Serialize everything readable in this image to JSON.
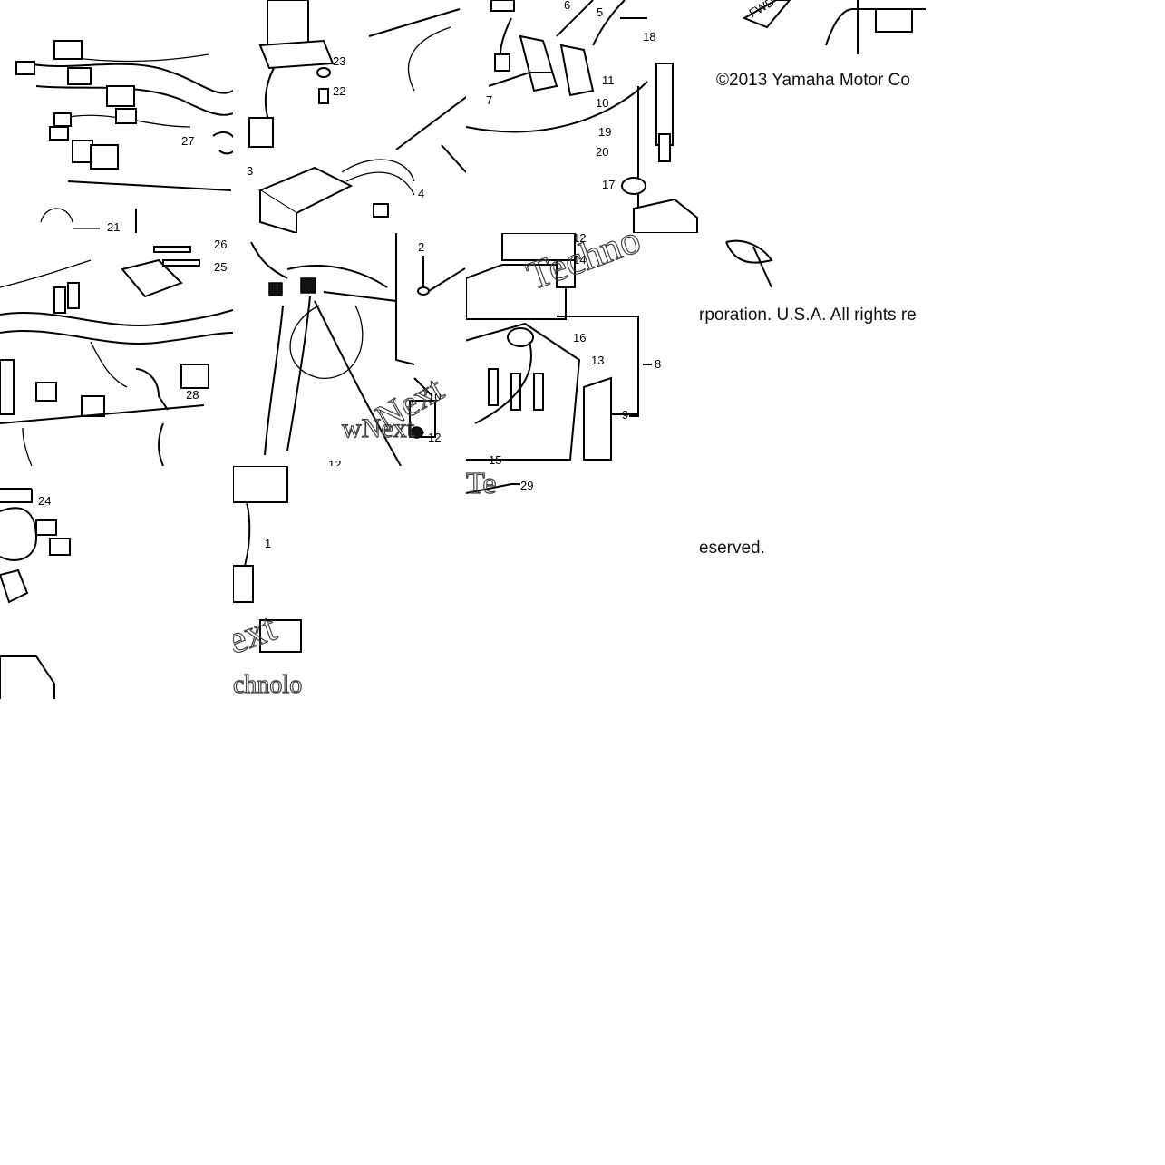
{
  "copyright": {
    "part1": "©2013 Yamaha Motor Co",
    "part2": "rporation. U.S.A. All rights re",
    "part3": "eserved."
  },
  "callouts": {
    "c1": "1",
    "c2": "2",
    "c3": "3",
    "c4": "4",
    "c5": "5",
    "c6": "6",
    "c7": "7",
    "c8": "8",
    "c9": "9",
    "c10": "10",
    "c11": "11",
    "c12": "12",
    "c13": "13",
    "c14": "14",
    "c15": "15",
    "c16": "16",
    "c17": "17",
    "c18": "18",
    "c19": "19",
    "c20": "20",
    "c21": "21",
    "c22": "22",
    "c23": "23",
    "c24": "24",
    "c25": "25",
    "c26": "26",
    "c27": "27",
    "c28": "28",
    "c29": "29",
    "c12b": "12"
  },
  "watermark": {
    "w1": "Next",
    "w2": "Techno",
    "w3": "wNext",
    "w4": "Te",
    "w5": "ext",
    "w6": "chnolo",
    "fwd_tag": "FWD"
  },
  "colors": {
    "background": "#ffffff",
    "ink": "#000000"
  }
}
